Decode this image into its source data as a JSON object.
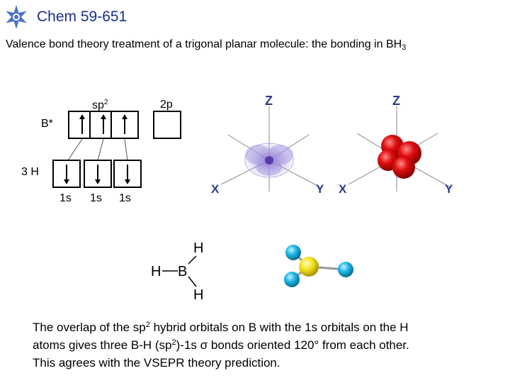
{
  "header": {
    "course_title": "Chem 59-651",
    "logo": "snowflake-logo-icon"
  },
  "subtitle": {
    "text": "Valence bond theory treatment of a trigonal planar molecule: the bonding in BH",
    "subscript": "3"
  },
  "orbital_diagram": {
    "label_sp": "sp",
    "label_sp_sup": "2",
    "label_2p": "2p",
    "label_bstar": "B*",
    "label_3h": "3 H",
    "h_labels": [
      "1s",
      "1s",
      "1s"
    ],
    "b_electrons": "up, up, up, empty",
    "h_electrons": "down, down, down"
  },
  "orbital_pictures": {
    "left": {
      "z": "Z",
      "x": "X",
      "y": "Y",
      "blob": "hybrid-orbital-lobes"
    },
    "right": {
      "z": "Z",
      "x": "X",
      "y": "Y",
      "blob": "p-orbital-lobes"
    }
  },
  "structure": {
    "h_top": "H",
    "h_left": "H",
    "b_center": "B",
    "h_bottom": "H"
  },
  "ball_model": {
    "b_color": "#f2e21c",
    "h_color": "#1ab4e6"
  },
  "body": {
    "line1_a": "The overlap of the sp",
    "line1_sup": "2",
    "line1_b": " hybrid orbitals on B with the 1s orbitals on the H",
    "line2_a": "atoms gives three B-H (sp",
    "line2_sup": "2",
    "line2_b": ")-1s ",
    "sigma": "σ",
    "line2_c": " bonds oriented 120° from each other.",
    "line3": "This agrees with the VSEPR theory prediction."
  },
  "colors": {
    "title_blue": "#1a2f8f",
    "logo_blue": "#4a73c8",
    "axis_label_blue": "#2a3d8f",
    "orbital_red": "#e01010",
    "orbital_purple": "#7a5ac8"
  }
}
